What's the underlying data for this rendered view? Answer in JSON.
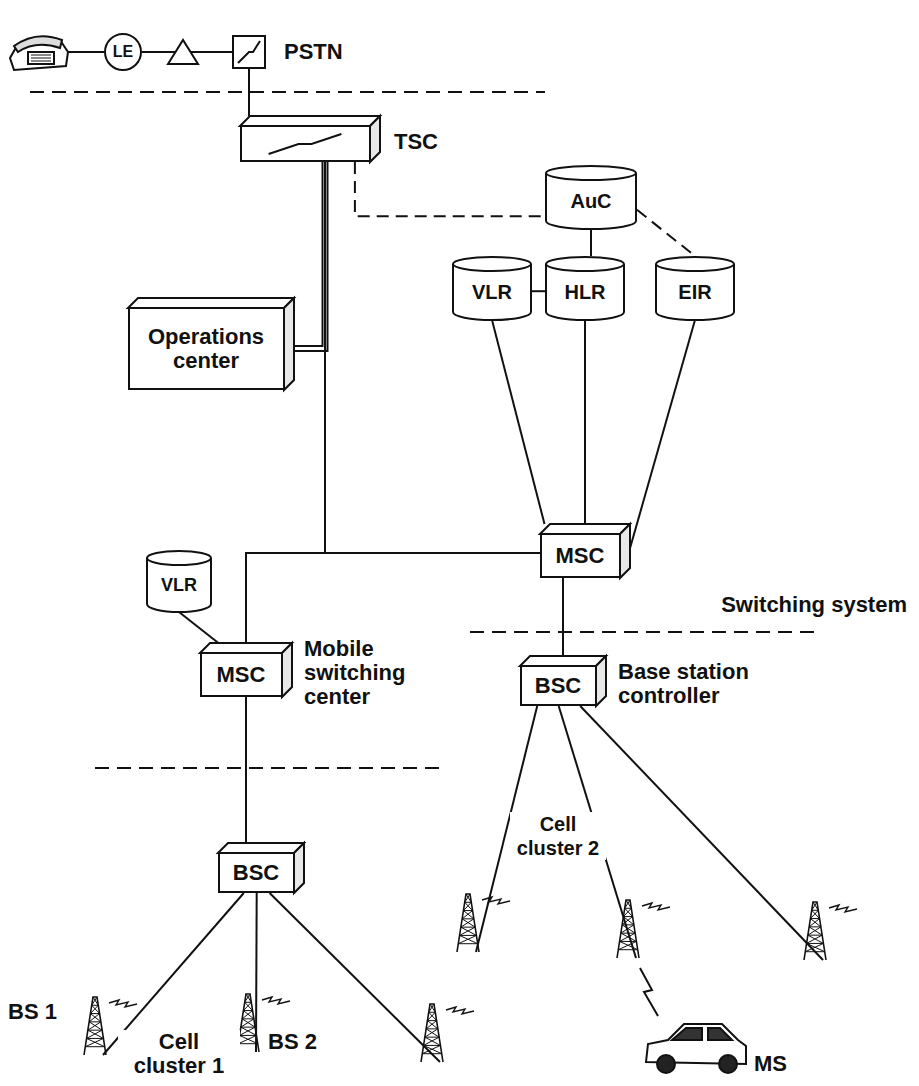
{
  "diagram": {
    "nodes": [
      {
        "text": [
          "LE"
        ]
      },
      {
        "text": [
          "PSTN"
        ]
      },
      {
        "text": [
          "TSC"
        ]
      },
      {
        "text": [
          "AuC"
        ]
      },
      {
        "text": [
          "Operations center"
        ]
      },
      {
        "text": [
          "VLR"
        ]
      },
      {
        "text": [
          "HLR"
        ]
      },
      {
        "text": [
          "EIR"
        ]
      },
      {
        "text": [
          "VLR"
        ]
      },
      {
        "text": [
          "MSC"
        ]
      },
      {
        "text": [
          "MSC",
          "Mobile switching center"
        ]
      },
      {
        "text": [
          "BSC",
          "Base station controller"
        ]
      },
      {
        "text": [
          "BSC"
        ]
      }
    ],
    "edges": [
      {
        "from": 0,
        "to": 1,
        "arrow": "none"
      },
      {
        "from": 1,
        "to": 2,
        "arrow": "none"
      },
      {
        "from": 2,
        "to": 3,
        "arrow": "none"
      },
      {
        "from": 3,
        "to": 6,
        "arrow": "none"
      },
      {
        "from": 3,
        "to": 7,
        "arrow": "none"
      },
      {
        "from": 5,
        "to": 6,
        "arrow": "none"
      },
      {
        "from": 5,
        "to": 9,
        "arrow": "none"
      },
      {
        "from": 6,
        "to": 9,
        "arrow": "none"
      },
      {
        "from": 7,
        "to": 9,
        "arrow": "none"
      },
      {
        "from": 4,
        "to": 2,
        "arrow": "none"
      },
      {
        "from": 2,
        "to": 10,
        "arrow": "none"
      },
      {
        "from": 2,
        "to": 9,
        "arrow": "none"
      },
      {
        "from": 8,
        "to": 10,
        "arrow": "none"
      },
      {
        "from": 10,
        "to": 12,
        "arrow": "none"
      },
      {
        "from": 9,
        "to": 11,
        "arrow": "none"
      }
    ],
    "labels": [
      "Switching system",
      "Cell cluster 2",
      "BS 1",
      "BS 2",
      "Cell cluster 1",
      "MS"
    ]
  }
}
